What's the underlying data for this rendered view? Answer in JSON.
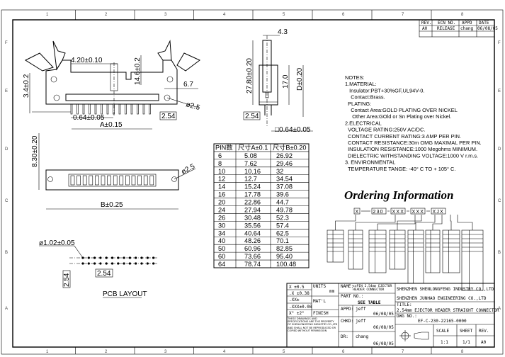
{
  "frame": {
    "columns": [
      "1",
      "2",
      "3",
      "4",
      "5",
      "6",
      "7",
      "8"
    ],
    "rows": [
      "F",
      "E",
      "D",
      "C",
      "B",
      "A"
    ]
  },
  "revision_block": {
    "headers": [
      "REV.",
      "ECN NO.",
      "APPD",
      "DATE"
    ],
    "row": [
      "A0",
      "RELEASE",
      "chang",
      "06/08/05"
    ]
  },
  "front_view": {
    "dim_pitch_body": "4.20±0.10",
    "dim_height_left": "3.4±0.2",
    "dim_height_right": "14.6±0.2",
    "dim_6_7": "6.7",
    "dim_hole": "ø2.5",
    "dim_pin": "0.64±0.05",
    "dim_pitch": "2.54",
    "dim_a": "A±0.15"
  },
  "top_view": {
    "dim_height": "8.30±0.20",
    "dim_hole": "ø2.5",
    "dim_b": "B±0.25"
  },
  "side_view": {
    "dim_width": "4.3",
    "dim_total": "27.80±0.20",
    "dim_body": "17.0",
    "dim_d": "D±0.20",
    "dim_pitch": "2.54",
    "dim_pin": "□0.64±0.05"
  },
  "pcb_layout": {
    "dim_hole": "ø1.02±0.05",
    "dim_pitch_x": "2.54",
    "dim_pitch_y": "2.54",
    "label": "PCB  LAYOUT"
  },
  "pin_table": {
    "headers": [
      "PIN数",
      "尺寸A±0.1",
      "尺寸B±0.20"
    ],
    "rows": [
      [
        "6",
        "5.08",
        "26.92"
      ],
      [
        "8",
        "7.62",
        "29.46"
      ],
      [
        "10",
        "10.16",
        "32"
      ],
      [
        "12",
        "12.7",
        "34.54"
      ],
      [
        "14",
        "15.24",
        "37.08"
      ],
      [
        "16",
        "17.78",
        "39.6"
      ],
      [
        "20",
        "22.86",
        "44.7"
      ],
      [
        "24",
        "27.94",
        "49.78"
      ],
      [
        "26",
        "30.48",
        "52.3"
      ],
      [
        "30",
        "35.56",
        "57.4"
      ],
      [
        "34",
        "40.64",
        "62.5"
      ],
      [
        "40",
        "48.26",
        "70.1"
      ],
      [
        "50",
        "60.96",
        "82.85"
      ],
      [
        "60",
        "73.66",
        "95.40"
      ],
      [
        "64",
        "78.74",
        "100.48"
      ]
    ]
  },
  "notes": [
    "NOTES:",
    "1.MATERIAL:",
    "   Insulator:PBT+30%GF,UL94V-0.",
    "    Contact:Brass.",
    "  PLATING:",
    "    Contact Area:GOLD PLATING OVER NICKEL",
    "     Other Area:GOld or Sn Plating over Nickel.",
    "2.ELECTRICAL",
    "  VOLTAGE RATING:250V AC/DC.",
    "  CONTACT CURRENT RATING:3 AMP PER PIN.",
    "  CONTACT RESISTANCE:30m OMG MAXIMAL PER PIN.",
    "  INSULATION RESISTANCE:1000 Megohms MINIMUM.",
    "  DIELECTRIC WITHSTANDING VOLTAGE:1000 V r.m.s.",
    "3. ENVIRONMENTAL",
    "  TEMPERATURE TANGE: -40° C TO + 105° C."
  ],
  "ordering": {
    "title": "Ordering Information",
    "code_segments": [
      "X",
      "230",
      "XXX",
      "XXX",
      "XJX"
    ]
  },
  "title_block": {
    "tolerances": [
      "X  ±0.5",
      ".X  ±0.38",
      ".XX±",
      ".XXX±0.08",
      "X°  ±2°"
    ],
    "units_label": "UNITS",
    "units_value": "mm",
    "matl_label": "MAT'L",
    "finish_label": "FINISH",
    "disclaimer": "THESE DRAWINGS AND SPECIFICATIONS ARE THE PROPERTY OF SHENLONGFENG INDUSTRY CO.,LTD AND SHALL NOT BE REPRODUCED OR COPIED WITHOUT PERMISSION",
    "name_label": "NAME:",
    "name_value": "xxPIN 2.54mm EJECTOR HEADER CONNECTOR",
    "part_no_label": "PART NO.:",
    "part_no_value": "SEE TABLE",
    "appd_label": "APPD:",
    "appd_name": "jeff",
    "appd_date": "06/08/05",
    "chkd_label": "CHKD:",
    "chkd_name": "jeff",
    "chkd_date": "06/08/05",
    "dr_label": "DR:",
    "dr_name": "chang",
    "dr_date": "06/08/05",
    "company_1": "SHENZHEN SHENLONGFENG INDUSTRY CO.,LTD",
    "company_2": "SHENZHEN JUNHAO ENGINEERING CO.,LTD",
    "title_label": "TITLE:",
    "title_value": "2.54mm EJECTOR HEADER STRAIGHT CONNECTOR",
    "dwg_no_label": "DWG NO.:",
    "dwg_no_value": "EF-C-230-22165-0000",
    "scale_label": "SCALE",
    "scale_value": "1:1",
    "sheet_label": "SHEET",
    "sheet_value": "1/1",
    "rev_label": "REV.",
    "rev_value": "A0"
  }
}
